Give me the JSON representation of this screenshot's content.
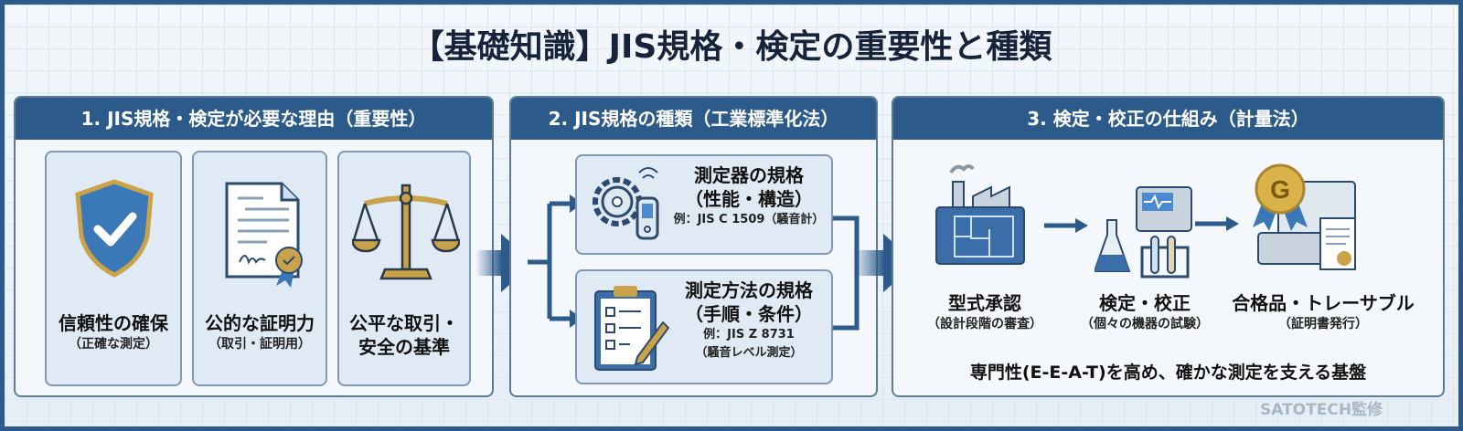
{
  "title": "【基礎知識】JIS規格・検定の重要性と種類",
  "panel1": {
    "header": "1. JIS規格・検定が必要な理由（重要性）",
    "cards": [
      {
        "title": "信頼性の確保",
        "sub": "（正確な測定）",
        "icon": "shield-check-icon"
      },
      {
        "title": "公的な証明力",
        "sub": "（取引・証明用）",
        "icon": "certificate-icon"
      },
      {
        "title": "公平な取引・",
        "title2": "安全の基準",
        "icon": "scales-icon"
      }
    ]
  },
  "panel2": {
    "header": "2. JIS規格の種類（工業標準化法）",
    "cards": [
      {
        "title": "測定器の規格",
        "sub": "（性能・構造）",
        "example": "例：JIS C 1509（騒音計）",
        "icon": "gear-meter-icon"
      },
      {
        "title": "測定方法の規格",
        "sub": "（手順・条件）",
        "example": "例：JIS Z 8731",
        "example2": "（騒音レベル測定）",
        "icon": "clipboard-icon"
      }
    ]
  },
  "panel3": {
    "header": "3. 検定・校正の仕組み（計量法）",
    "steps": [
      {
        "title": "型式承認",
        "sub": "（設計段階の審査）",
        "icon": "factory-blueprint-icon"
      },
      {
        "title": "検定・校正",
        "sub": "（個々の機器の試験）",
        "icon": "lab-equipment-icon"
      },
      {
        "title": "合格品・トレーサブル",
        "sub": "（証明書発行）",
        "icon": "award-certificate-icon"
      }
    ],
    "footer": "専門性(E-E-A-T)を高め、確かな測定を支える基盤"
  },
  "watermark": "SATOTECH監修",
  "colors": {
    "primary": "#2c5a8a",
    "gold": "#c9a24a",
    "background": "#eef3f8"
  }
}
